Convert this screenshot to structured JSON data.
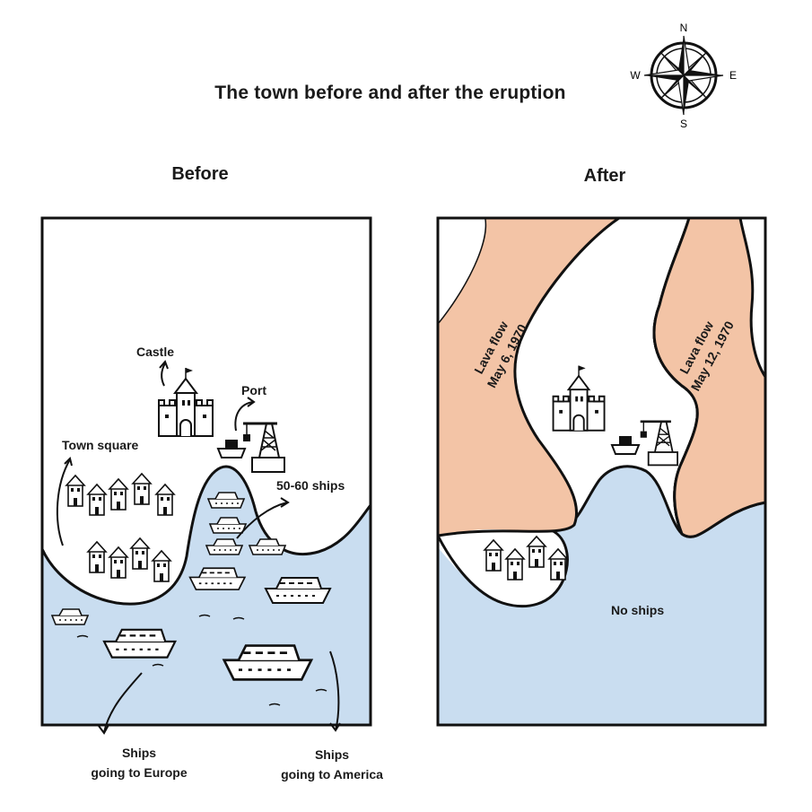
{
  "title": "The town before and after the eruption",
  "compass": {
    "n": "N",
    "s": "S",
    "e": "E",
    "w": "W"
  },
  "before": {
    "heading": "Before",
    "labels": {
      "castle": "Castle",
      "port": "Port",
      "town_square": "Town square",
      "ships_count": "50-60 ships",
      "ships_europe_1": "Ships",
      "ships_europe_2": "going to Europe",
      "ships_america_1": "Ships",
      "ships_america_2": "going to America"
    }
  },
  "after": {
    "heading": "After",
    "labels": {
      "lava1_line1": "Lava flow",
      "lava1_line2": "May 6, 1970",
      "lava2_line1": "Lava flow",
      "lava2_line2": "May 12, 1970",
      "no_ships": "No ships"
    }
  },
  "colors": {
    "sea": "#c9ddf0",
    "lava": "#f3c4a6",
    "ink": "#111111"
  }
}
